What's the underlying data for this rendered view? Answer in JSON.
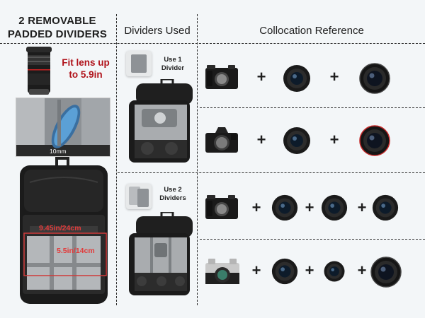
{
  "header": {
    "left_line1": "2 REMOVABLE",
    "left_line2": "PADDED DIVIDERS",
    "middle": "Dividers Used",
    "right": "Collocation Reference"
  },
  "lens_callout": {
    "line1": "Fit lens up",
    "line2": "to 5.9in"
  },
  "dimensions": {
    "thickness": "10mm",
    "width": "9.45in/24cm",
    "height": "5.5in/14cm"
  },
  "dividers": [
    {
      "line1": "Use 1",
      "line2": "Divider"
    },
    {
      "line1": "Use 2",
      "line2": "Dividers"
    }
  ],
  "combo_rows": [
    {
      "camera": "mirrorless-camera-icon",
      "lenses": [
        "lens-icon",
        "zoom-lens-icon"
      ]
    },
    {
      "camera": "dslr-camera-icon",
      "lenses": [
        "lens-icon",
        "zoom-lens-icon"
      ]
    },
    {
      "camera": "mirrorless-camera-icon",
      "lenses": [
        "lens-icon",
        "lens-icon",
        "lens-icon"
      ]
    },
    {
      "camera": "retro-camera-icon",
      "lenses": [
        "lens-icon",
        "lens-icon",
        "zoom-lens-icon"
      ]
    }
  ],
  "plus_sign": "+",
  "colors": {
    "accent_red": "#b0121a",
    "divider_gray": "#8e9296",
    "bag_black": "#1b1b1b"
  }
}
